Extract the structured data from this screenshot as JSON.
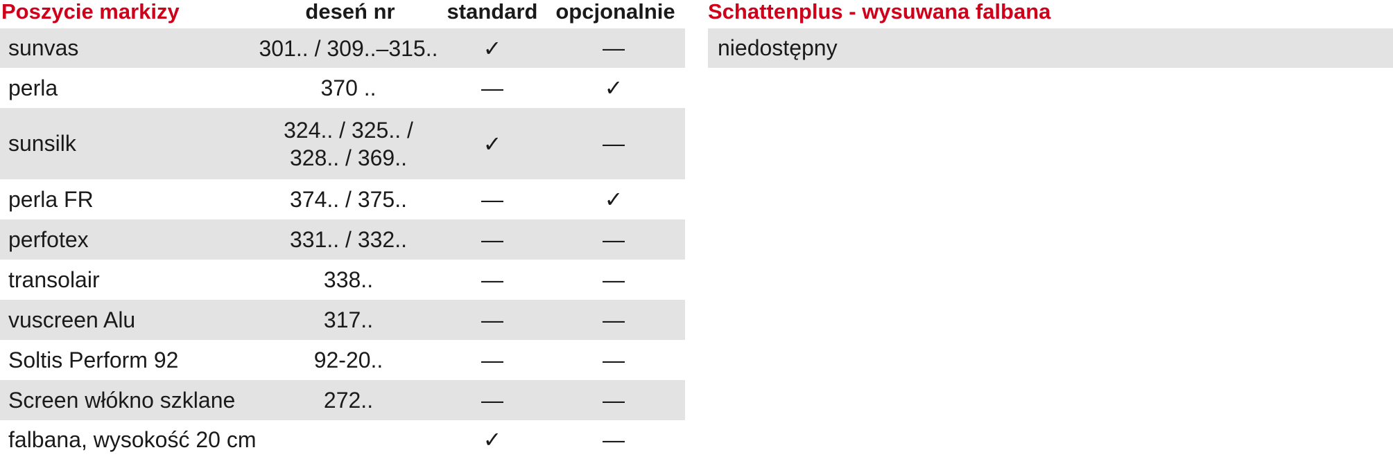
{
  "left_table": {
    "title": "Poszycie markizy",
    "col_pattern": "deseń nr",
    "col_standard": "standard",
    "col_optional": "opcjonalnie",
    "rows": [
      {
        "name": "sunvas",
        "pattern": "301.. / 309..–315..",
        "standard": "✓",
        "optional": "—"
      },
      {
        "name": "perla",
        "pattern": "370 ..",
        "standard": "—",
        "optional": "✓"
      },
      {
        "name": "sunsilk",
        "pattern": "324.. / 325.. / 328.. / 369..",
        "standard": "✓",
        "optional": "—"
      },
      {
        "name": "perla FR",
        "pattern": "374.. / 375..",
        "standard": "—",
        "optional": "✓"
      },
      {
        "name": "perfotex",
        "pattern": "331.. / 332..",
        "standard": "—",
        "optional": "—"
      },
      {
        "name": "transolair",
        "pattern": "338..",
        "standard": "—",
        "optional": "—"
      },
      {
        "name": "vuscreen Alu",
        "pattern": "317..",
        "standard": "—",
        "optional": "—"
      },
      {
        "name": "Soltis Perform 92",
        "pattern": "92-20..",
        "standard": "—",
        "optional": "—"
      },
      {
        "name": "Screen włókno szklane",
        "pattern": "272..",
        "standard": "—",
        "optional": "—"
      },
      {
        "name": "falbana, wysokość 20 cm",
        "pattern": "",
        "standard": "✓",
        "optional": "—"
      }
    ]
  },
  "right_table": {
    "title": "Schattenplus - wysuwana falbana",
    "value": "niedostępny"
  },
  "colors": {
    "accent": "#d0001b",
    "row_shade": "#e3e3e3",
    "text": "#1a1a1a"
  }
}
